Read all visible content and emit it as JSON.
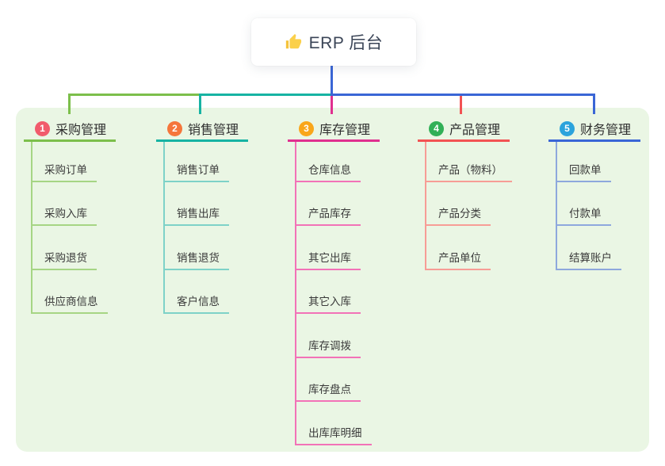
{
  "root": {
    "icon": "thumbs-up-icon",
    "label": "ERP 后台"
  },
  "canvas": {
    "background": "#ffffff",
    "panel_background": "#eaf6e4"
  },
  "branches": [
    {
      "badge_number": "1",
      "label": "采购管理",
      "line_color": "#7cbf4b",
      "child_line_color": "#a6d584",
      "badge_color": "#f15b6c",
      "children": [
        "采购订单",
        "采购入库",
        "采购退货",
        "供应商信息"
      ]
    },
    {
      "badge_number": "2",
      "label": "销售管理",
      "line_color": "#17b3a3",
      "child_line_color": "#7ed2c8",
      "badge_color": "#f5763b",
      "children": [
        "销售订单",
        "销售出库",
        "销售退货",
        "客户信息"
      ]
    },
    {
      "badge_number": "3",
      "label": "库存管理",
      "line_color": "#e0308f",
      "child_line_color": "#f272b7",
      "badge_color": "#f9a61a",
      "children": [
        "仓库信息",
        "产品库存",
        "其它出库",
        "其它入库",
        "库存调拨",
        "库存盘点",
        "出库库明细"
      ]
    },
    {
      "badge_number": "4",
      "label": "产品管理",
      "line_color": "#f25353",
      "child_line_color": "#f79d96",
      "badge_color": "#31b057",
      "children": [
        "产品（物料）",
        "产品分类",
        "产品单位"
      ]
    },
    {
      "badge_number": "5",
      "label": "财务管理",
      "line_color": "#3a66d6",
      "child_line_color": "#8ea8dd",
      "badge_color": "#2ba3dc",
      "children": [
        "回款单",
        "付款单",
        "结算账户"
      ]
    }
  ]
}
